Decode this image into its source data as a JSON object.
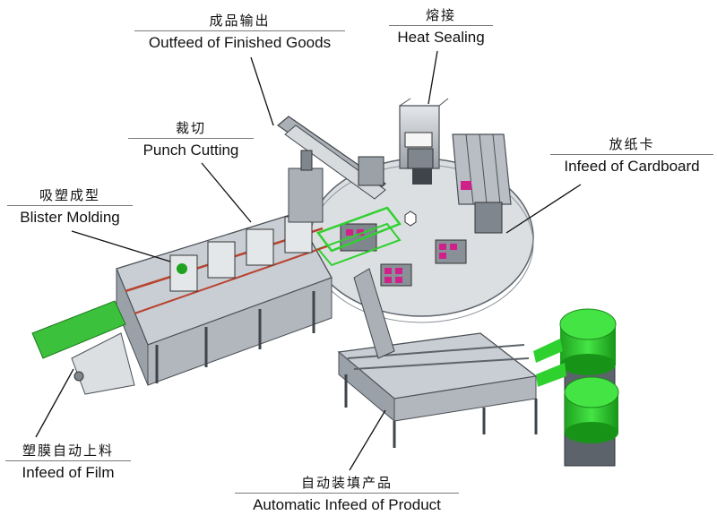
{
  "labels": {
    "outfeed": {
      "cn": "成品输出",
      "en": "Outfeed of Finished Goods"
    },
    "heat_sealing": {
      "cn": "熔接",
      "en": "Heat Sealing"
    },
    "punch_cutting": {
      "cn": "裁切",
      "en": "Punch Cutting"
    },
    "cardboard": {
      "cn": "放纸卡",
      "en": "Infeed of Cardboard"
    },
    "blister": {
      "cn": "吸塑成型",
      "en": "Blister Molding"
    },
    "film": {
      "cn": "塑膜自动上料",
      "en": "Infeed of Film"
    },
    "product": {
      "cn": "自动装填产品",
      "en": "Automatic Infeed of Product"
    }
  },
  "colors": {
    "frame": "#6e7680",
    "frame_light": "#c9ced4",
    "accent_green": "#2fd12f",
    "tray_green": "#3cc13c",
    "product_magenta": "#d0208a",
    "rail_red": "#b8432f",
    "leader": "#111111"
  }
}
